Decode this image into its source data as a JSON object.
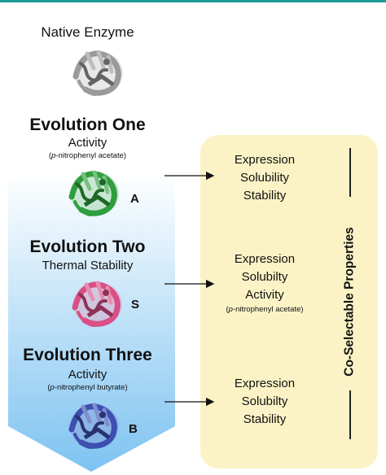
{
  "colors": {
    "top_rule": "#1d9a96",
    "arrow_fill_top": "#ffffff",
    "arrow_fill_bottom": "#7ec3f1",
    "box_fill": "#fbf3c6",
    "native": "#9a9a9a",
    "evo_one": "#2f9e3f",
    "evo_two": "#d94f86",
    "evo_three": "#3d4fb0"
  },
  "native": {
    "title": "Native Enzyme",
    "icon": "protein-ribbon-icon"
  },
  "stages": [
    {
      "title": "Evolution One",
      "property": "Activity",
      "note": "(p-nitrophenyl acetate)",
      "note_prefix": "p",
      "note_rest": "-nitrophenyl acetate)",
      "letter": "A"
    },
    {
      "title": "Evolution Two",
      "property": "Thermal Stability",
      "note": "",
      "letter": "S"
    },
    {
      "title": "Evolution Three",
      "property": "Activity",
      "note": "(p-nitrophenyl butyrate)",
      "note_prefix": "p",
      "note_rest": "-nitrophenyl butyrate)",
      "letter": "B"
    }
  ],
  "properties": [
    {
      "lines": [
        "Expression",
        "Solubility",
        "Stability"
      ],
      "note": ""
    },
    {
      "lines": [
        "Expression",
        "Solubilty",
        "Activity"
      ],
      "note": "(p-nitrophenyl acetate)",
      "note_prefix": "p",
      "note_rest": "-nitrophenyl acetate)"
    },
    {
      "lines": [
        "Expression",
        "Solubilty",
        "Stability"
      ],
      "note": ""
    }
  ],
  "side_label": "Co-Selectable Properties"
}
